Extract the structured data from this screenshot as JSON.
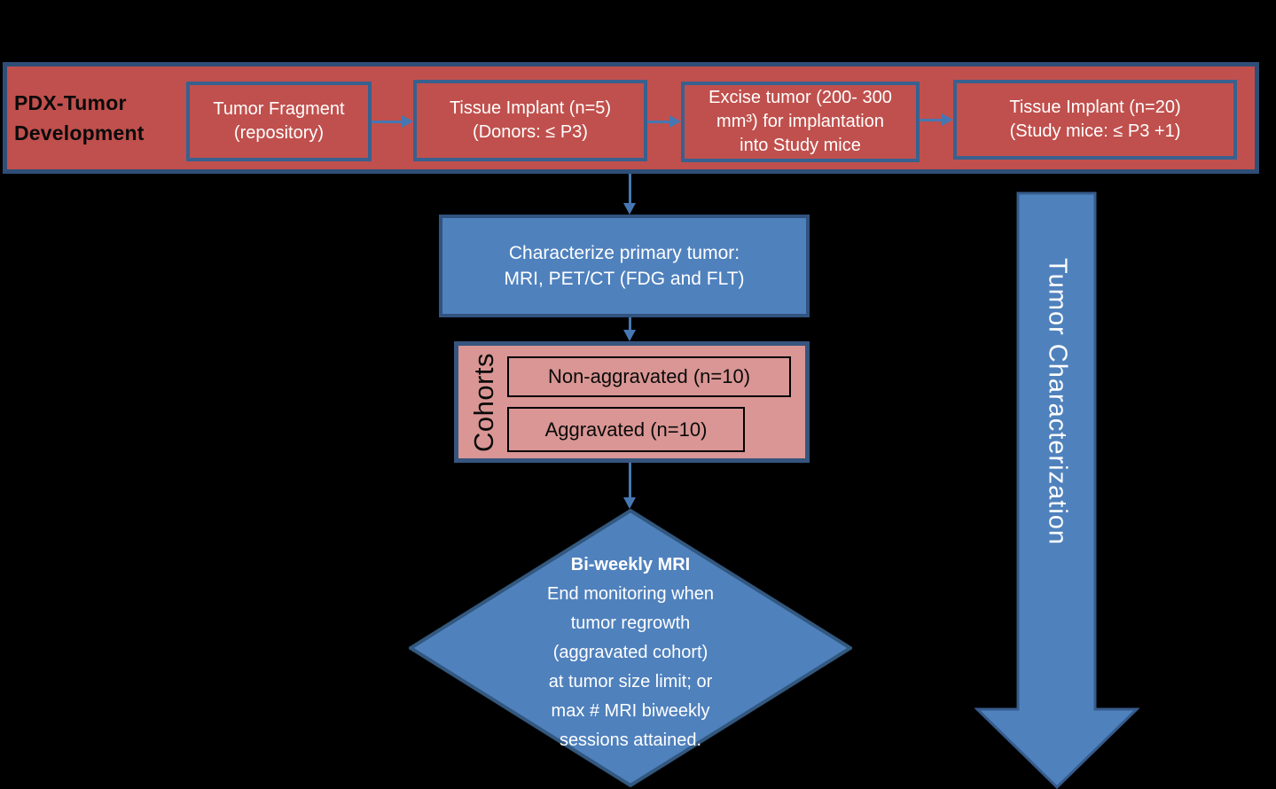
{
  "colors": {
    "background": "#000000",
    "accent_red": "#C0504D",
    "accent_pink": "#D99694",
    "accent_blue": "#4F81BD",
    "border_navy": "#315380",
    "box_border_blue": "#38618F",
    "arrow_blue": "#4677B2"
  },
  "banner": {
    "title_lines": [
      "PDX-Tumor",
      "Development"
    ],
    "boxes": [
      {
        "lines": [
          "Tumor Fragment",
          "(repository)"
        ]
      },
      {
        "lines": [
          "Tissue Implant (n=5)",
          "(Donors: ≤ P3)"
        ]
      },
      {
        "lines": [
          "Excise tumor (200- 300",
          "mm³) for implantation",
          "into Study mice"
        ]
      },
      {
        "lines": [
          "Tissue Implant (n=20)",
          "(Study mice: ≤ P3 +1)"
        ]
      }
    ]
  },
  "characterize_box": {
    "lines": [
      "Characterize primary tumor:",
      "MRI, PET/CT (FDG and FLT)"
    ]
  },
  "cohorts": {
    "label": "Cohorts",
    "items": [
      {
        "label": "Non-aggravated (n=10)"
      },
      {
        "label": "Aggravated (n=10)"
      }
    ]
  },
  "decision_diamond": {
    "title": "Bi-weekly MRI",
    "lines": [
      "End monitoring when",
      "tumor regrowth",
      "(aggravated cohort)",
      "at tumor size limit; or",
      "max # MRI biweekly",
      "sessions attained."
    ]
  },
  "side_arrow": {
    "label": "Tumor Characterization"
  }
}
